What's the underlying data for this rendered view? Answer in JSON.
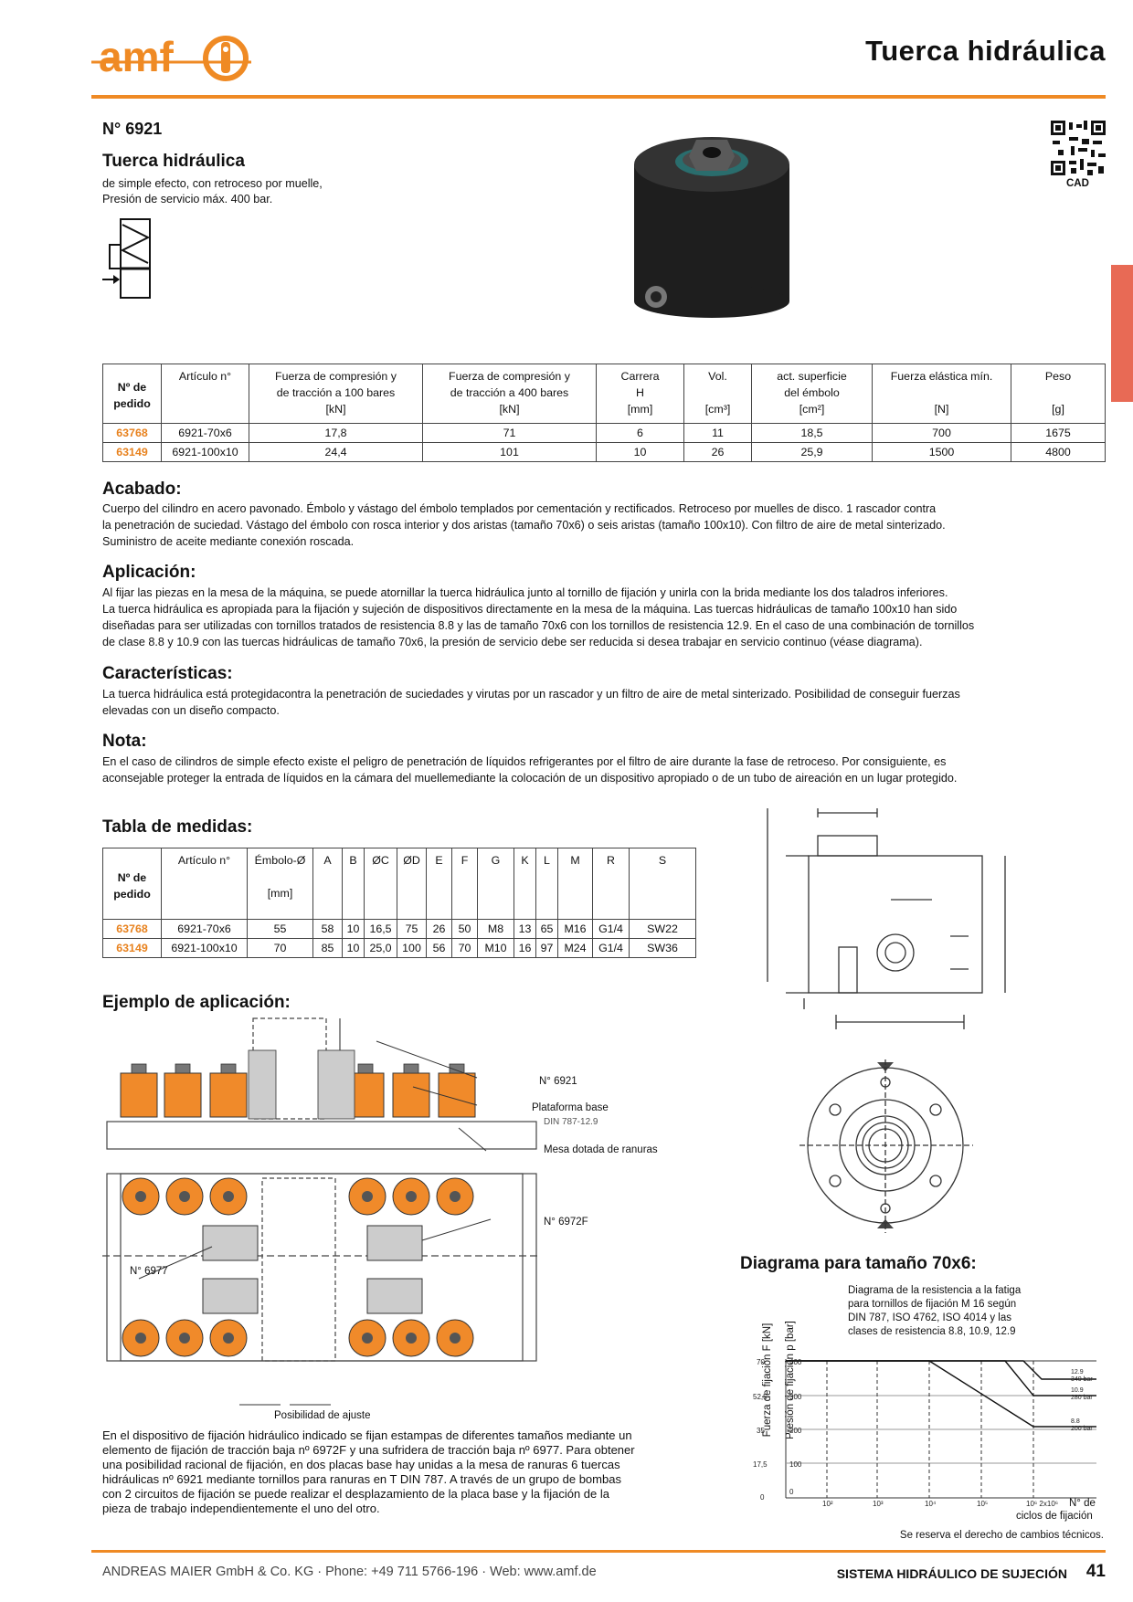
{
  "header": {
    "logo_text": "amf",
    "title": "Tuerca hidráulica"
  },
  "product": {
    "number": "N° 6921",
    "name": "Tuerca hidráulica",
    "desc_line1": "de simple efecto, con retroceso por muelle,",
    "desc_line2": "Presión de servicio máx. 400 bar.",
    "cad_label": "CAD"
  },
  "spec_table": {
    "headers": {
      "order": "Nº de pedido",
      "article": "Artículo n°",
      "force100_l1": "Fuerza de compresión y",
      "force100_l2": "de tracción a 100 bares",
      "force100_u": "[kN]",
      "force400_l1": "Fuerza de compresión y",
      "force400_l2": "de tracción a 400 bares",
      "force400_u": "[kN]",
      "stroke_l1": "Carrera",
      "stroke_l2": "H",
      "stroke_u": "[mm]",
      "vol": "Vol.",
      "vol_u": "[cm³]",
      "area_l1": "act. superficie",
      "area_l2": "del émbolo",
      "area_u": "[cm²]",
      "spring": "Fuerza elástica mín.",
      "spring_u": "[N]",
      "weight": "Peso",
      "weight_u": "[g]"
    },
    "rows": [
      {
        "order": "63768",
        "article": "6921-70x6",
        "f100": "17,8",
        "f400": "71",
        "stroke": "6",
        "vol": "11",
        "area": "18,5",
        "spring": "700",
        "weight": "1675"
      },
      {
        "order": "63149",
        "article": "6921-100x10",
        "f100": "24,4",
        "f400": "101",
        "stroke": "10",
        "vol": "26",
        "area": "25,9",
        "spring": "1500",
        "weight": "4800"
      }
    ]
  },
  "sections": {
    "acabado_title": "Acabado:",
    "acabado_l1": "Cuerpo del cilindro en acero pavonado. Émbolo y vástago del émbolo templados por cementación y rectificados. Retroceso por muelles de disco. 1 rascador contra",
    "acabado_l2": "la penetración de suciedad. Vástago del émbolo con rosca interior y dos aristas (tamaño 70x6) o seis aristas (tamaño 100x10). Con filtro de aire de metal sinterizado.",
    "acabado_l3": "Suministro de aceite mediante conexión roscada.",
    "aplic_title": "Aplicación:",
    "aplic_l1": "Al fijar las piezas en la mesa de la máquina, se puede atornillar la tuerca hidráulica junto al tornillo de fijación y unirla con la brida mediante los dos taladros inferiores.",
    "aplic_l2": "La tuerca hidráulica es apropiada para la fijación y sujeción de dispositivos directamente en la mesa de la máquina. Las tuercas hidráulicas de tamaño 100x10 han sido",
    "aplic_l3": "diseñadas para ser utilizadas con tornillos tratados de resistencia 8.8 y las de tamaño 70x6 con los tornillos de resistencia 12.9. En el caso de una combinación de tornillos",
    "aplic_l4": "de clase 8.8 y 10.9 con las tuercas hidráulicas de tamaño 70x6, la presión de servicio debe ser reducida si desea trabajar en servicio continuo (véase diagrama).",
    "carac_title": "Características:",
    "carac_l1": "La tuerca hidráulica está protegidacontra la penetración de suciedades y virutas por un rascador y un filtro de aire de metal sinterizado. Posibilidad de conseguir fuerzas",
    "carac_l2": "elevadas con un diseño compacto.",
    "nota_title": "Nota:",
    "nota_l1": "En el caso de cilindros de simple efecto existe el peligro de penetración de líquidos refrigerantes por el filtro de aire durante la fase de retroceso. Por consiguiente, es",
    "nota_l2": "aconsejable proteger la entrada de líquidos en la cámara del muellemediante la colocación de un dispositivo apropiado o de un tubo de aireación en un lugar protegido."
  },
  "dim_table": {
    "title": "Tabla de medidas:",
    "headers": {
      "order": "Nº de pedido",
      "article": "Artículo n°",
      "piston": "Émbolo-Ø",
      "piston_u": "[mm]",
      "A": "A",
      "B": "B",
      "C": "ØC",
      "D": "ØD",
      "E": "E",
      "F": "F",
      "G": "G",
      "K": "K",
      "L": "L",
      "M": "M",
      "R": "R",
      "S": "S"
    },
    "rows": [
      {
        "order": "63768",
        "article": "6921-70x6",
        "piston": "55",
        "A": "58",
        "B": "10",
        "C": "16,5",
        "D": "75",
        "E": "26",
        "F": "50",
        "G": "M8",
        "K": "13",
        "L": "65",
        "M": "M16",
        "R": "G1/4",
        "S": "SW22"
      },
      {
        "order": "63149",
        "article": "6921-100x10",
        "piston": "70",
        "A": "85",
        "B": "10",
        "C": "25,0",
        "D": "100",
        "E": "56",
        "F": "70",
        "G": "M10",
        "K": "16",
        "L": "97",
        "M": "M24",
        "R": "G1/4",
        "S": "SW36"
      }
    ]
  },
  "example": {
    "title": "Ejemplo de aplicación:",
    "label_6921": "N° 6921",
    "label_plataforma": "Plataforma base",
    "label_din": "DIN 787-12.9",
    "label_mesa": "Mesa dotada de ranuras",
    "label_6972f": "N° 6972F",
    "label_6977": "N° 6977",
    "label_ajuste": "Posibilidad de ajuste",
    "text_l1": "En el dispositivo de fijación hidráulico indicado se fijan estampas de diferentes tamaños mediante un",
    "text_l2": "elemento de fijación de tracción baja nº 6972F y una sufridera de tracción baja nº 6977. Para obtener",
    "text_l3": "una posibilidad racional de fijación, en dos placas base hay unidas a la mesa de ranuras 6 tuercas",
    "text_l4": "hidráulicas nº 6921 mediante tornillos para ranuras en T DIN 787. A través de un grupo de bombas",
    "text_l5": "con 2 circuitos de fijación se puede realizar el desplazamiento de la placa base y la fijación de la",
    "text_l6": "pieza de trabajo independientemente el uno del otro."
  },
  "diagram": {
    "title": "Diagrama para tamaño 70x6:",
    "caption_l1": "Diagrama de la resistencia a la fatiga",
    "caption_l2": "para tornillos de fijación M 16 según",
    "caption_l3": "DIN 787, ISO 4762, ISO 4014 y las",
    "caption_l4": "clases de resistencia 8.8, 10.9, 12.9",
    "y1_label": "Fuerza de fijación F [kN]",
    "y2_label": "Presión de fijación p [bar]",
    "x_label_l1": "N° de",
    "x_label_l2": "ciclos de fijación",
    "y1_ticks": [
      "70",
      "52,5",
      "35",
      "17,5",
      "0"
    ],
    "y2_ticks": [
      "400",
      "300",
      "200",
      "100",
      "0"
    ],
    "x_ticks": [
      "10²",
      "10³",
      "10⁴",
      "10⁵",
      "10⁶ 2x10⁶"
    ],
    "curve_labels": [
      "12.9",
      "340 bar",
      "10.9",
      "280 bar",
      "8.8",
      "200 bar"
    ]
  },
  "notice": "Se reserva el derecho de cambios técnicos.",
  "footer": {
    "left": "ANDREAS MAIER GmbH & Co. KG · Phone: +49 711 5766-196 · Web: www.amf.de",
    "section": "SISTEMA HIDRÁULICO DE SUJECIÓN",
    "page": "41"
  },
  "colors": {
    "accent": "#ef8a24",
    "tab": "#e86a55"
  }
}
